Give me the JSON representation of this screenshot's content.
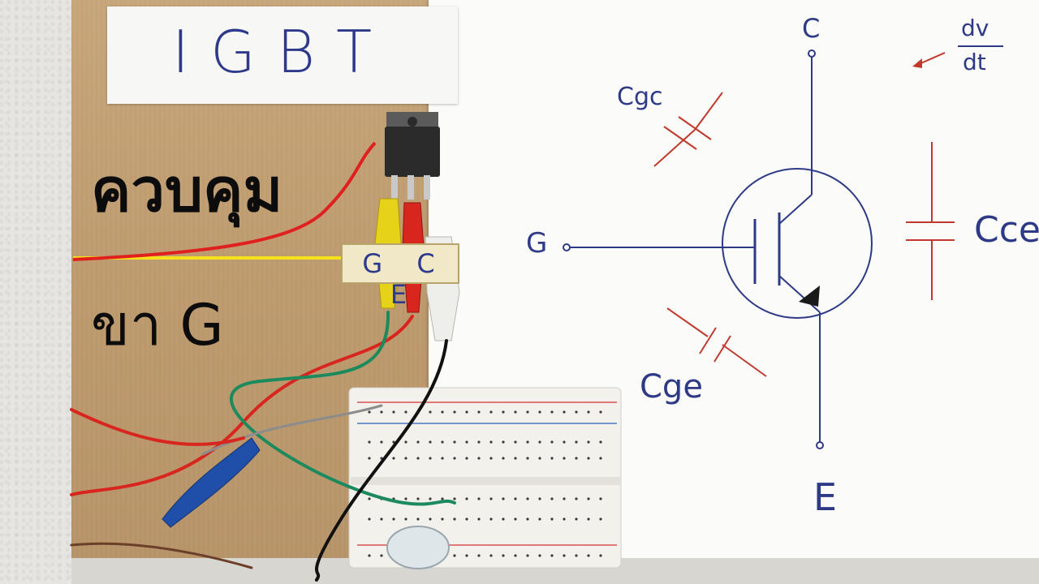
{
  "photo": {
    "card_title": "IGBT",
    "overlay_text_top": "ควบคุม",
    "overlay_text_bottom": "ขา G",
    "pin_label": "G C E"
  },
  "schematic": {
    "terminal_collector": "C",
    "terminal_gate": "G",
    "terminal_emitter": "E",
    "cap_gc": "Cgc",
    "cap_ge": "Cge",
    "cap_ce": "Cce",
    "dvdt_numerator": "dv",
    "dvdt_denominator": "dt"
  },
  "colors": {
    "ink_blue": "#2e3a86",
    "ink_red": "#c0392b",
    "overlay_red": "#e01f1f",
    "overlay_yellow": "#f6e11a"
  }
}
